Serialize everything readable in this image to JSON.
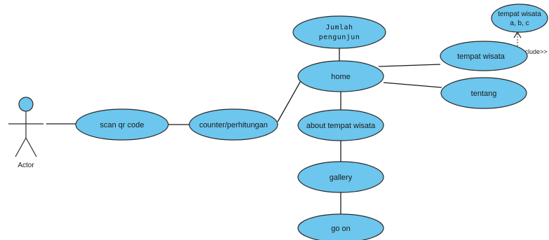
{
  "theme": {
    "usecase_fill": "#6cc6ee",
    "stroke": "#2b2b2b"
  },
  "actor": {
    "label": "Actor"
  },
  "usecases": {
    "scan_qr": "scan qr code",
    "counter": "counter/perhitungan",
    "jumlah_line1": "Jumlah",
    "jumlah_line2": "pengunjun",
    "home": "home",
    "about": "about tempat wisata",
    "gallery": "gallery",
    "go_on": "go on",
    "tempat_wisata": "tempat wisata",
    "tentang": "tentang",
    "tempat_abc_line1": "tempat wisata",
    "tempat_abc_line2": "a, b, c"
  },
  "relations": {
    "include_label": "<<include>>"
  }
}
